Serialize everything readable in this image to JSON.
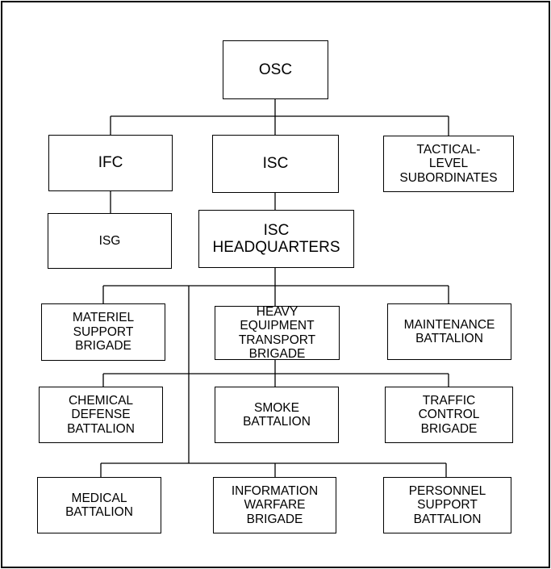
{
  "nodes": {
    "osc": "OSC",
    "ifc": "IFC",
    "isc": "ISC",
    "tactical": "TACTICAL-\nLEVEL\nSUBORDINATES",
    "isg": "ISG",
    "isc_hq": "ISC\nHEADQUARTERS",
    "materiel": "MATERIEL\nSUPPORT\nBRIGADE",
    "heavy": "HEAVY\nEQUIPMENT\nTRANSPORT\nBRIGADE",
    "maintenance": "MAINTENANCE\nBATTALION",
    "chemical": "CHEMICAL\nDEFENSE\nBATTALION",
    "smoke": "SMOKE\nBATTALION",
    "traffic": "TRAFFIC\nCONTROL\nBRIGADE",
    "medical": "MEDICAL\nBATTALION",
    "info_warfare": "INFORMATION\nWARFARE\nBRIGADE",
    "personnel": "PERSONNEL\nSUPPORT\nBATTALION"
  }
}
